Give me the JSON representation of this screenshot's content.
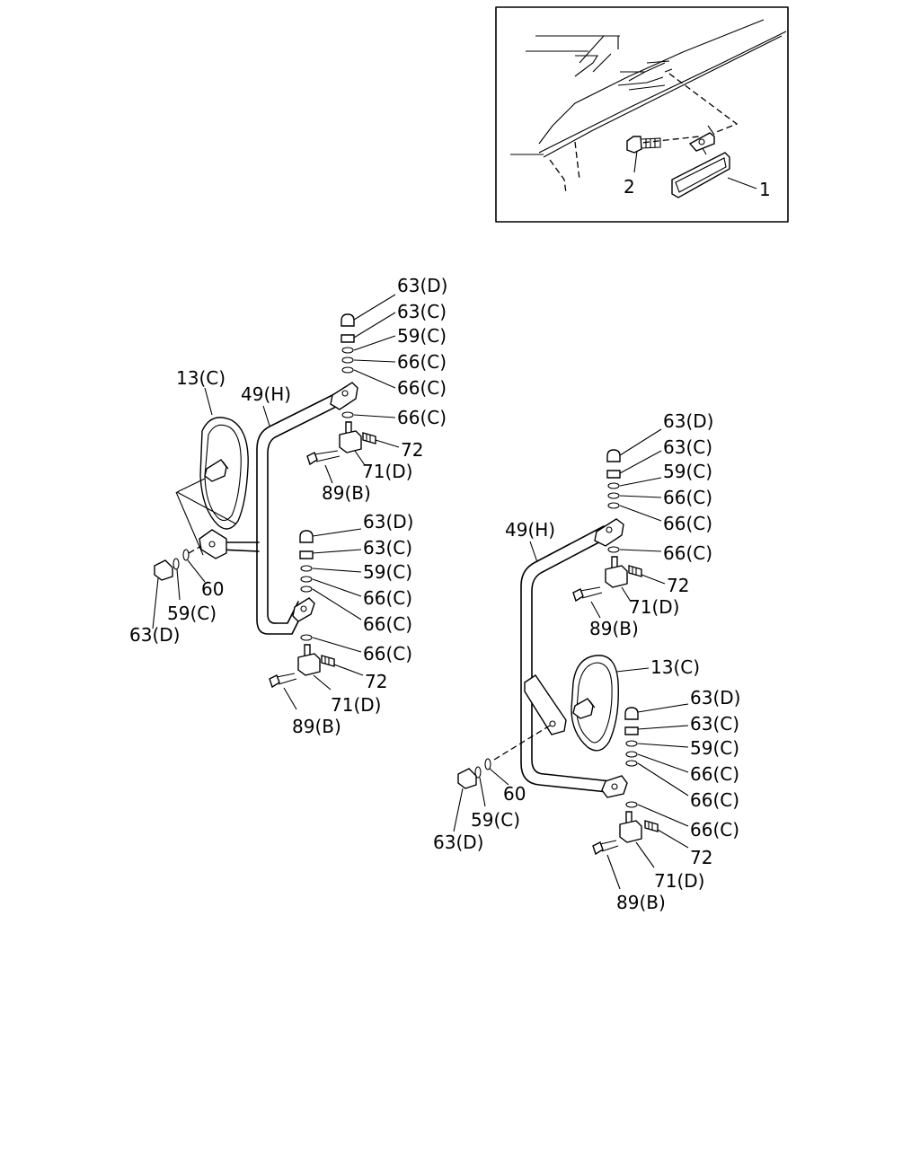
{
  "title": "",
  "inset": {
    "labels": {
      "bolt": "2",
      "mirror": "1"
    }
  },
  "assembly_left": {
    "stack_top": [
      "63(D)",
      "63(C)",
      "59(C)",
      "66(C)",
      "66(C)",
      "66(C)"
    ],
    "stack_mid": [
      "63(D)",
      "63(C)",
      "59(C)",
      "66(C)",
      "66(C)",
      "66(C)"
    ],
    "mirror": "13(C)",
    "stay": "49(H)",
    "clamp_top": {
      "screw": "72",
      "block": "71(D)",
      "bolt": "89(B)"
    },
    "clamp_bottom": {
      "screw": "72",
      "block": "71(D)",
      "bolt": "89(B)"
    },
    "mirror_nut": {
      "washer": "60",
      "lock": "59(C)",
      "nut": "63(D)"
    }
  },
  "assembly_right": {
    "stack_top": [
      "63(D)",
      "63(C)",
      "59(C)",
      "66(C)",
      "66(C)",
      "66(C)"
    ],
    "stack_mid": [
      "63(D)",
      "63(C)",
      "59(C)",
      "66(C)",
      "66(C)",
      "66(C)"
    ],
    "mirror": "13(C)",
    "stay": "49(H)",
    "clamp_top": {
      "screw": "72",
      "block": "71(D)",
      "bolt": "89(B)"
    },
    "clamp_bottom": {
      "screw": "72",
      "block": "71(D)",
      "bolt": "89(B)"
    },
    "mirror_nut": {
      "washer": "60",
      "lock": "59(C)",
      "nut": "63(D)"
    }
  }
}
